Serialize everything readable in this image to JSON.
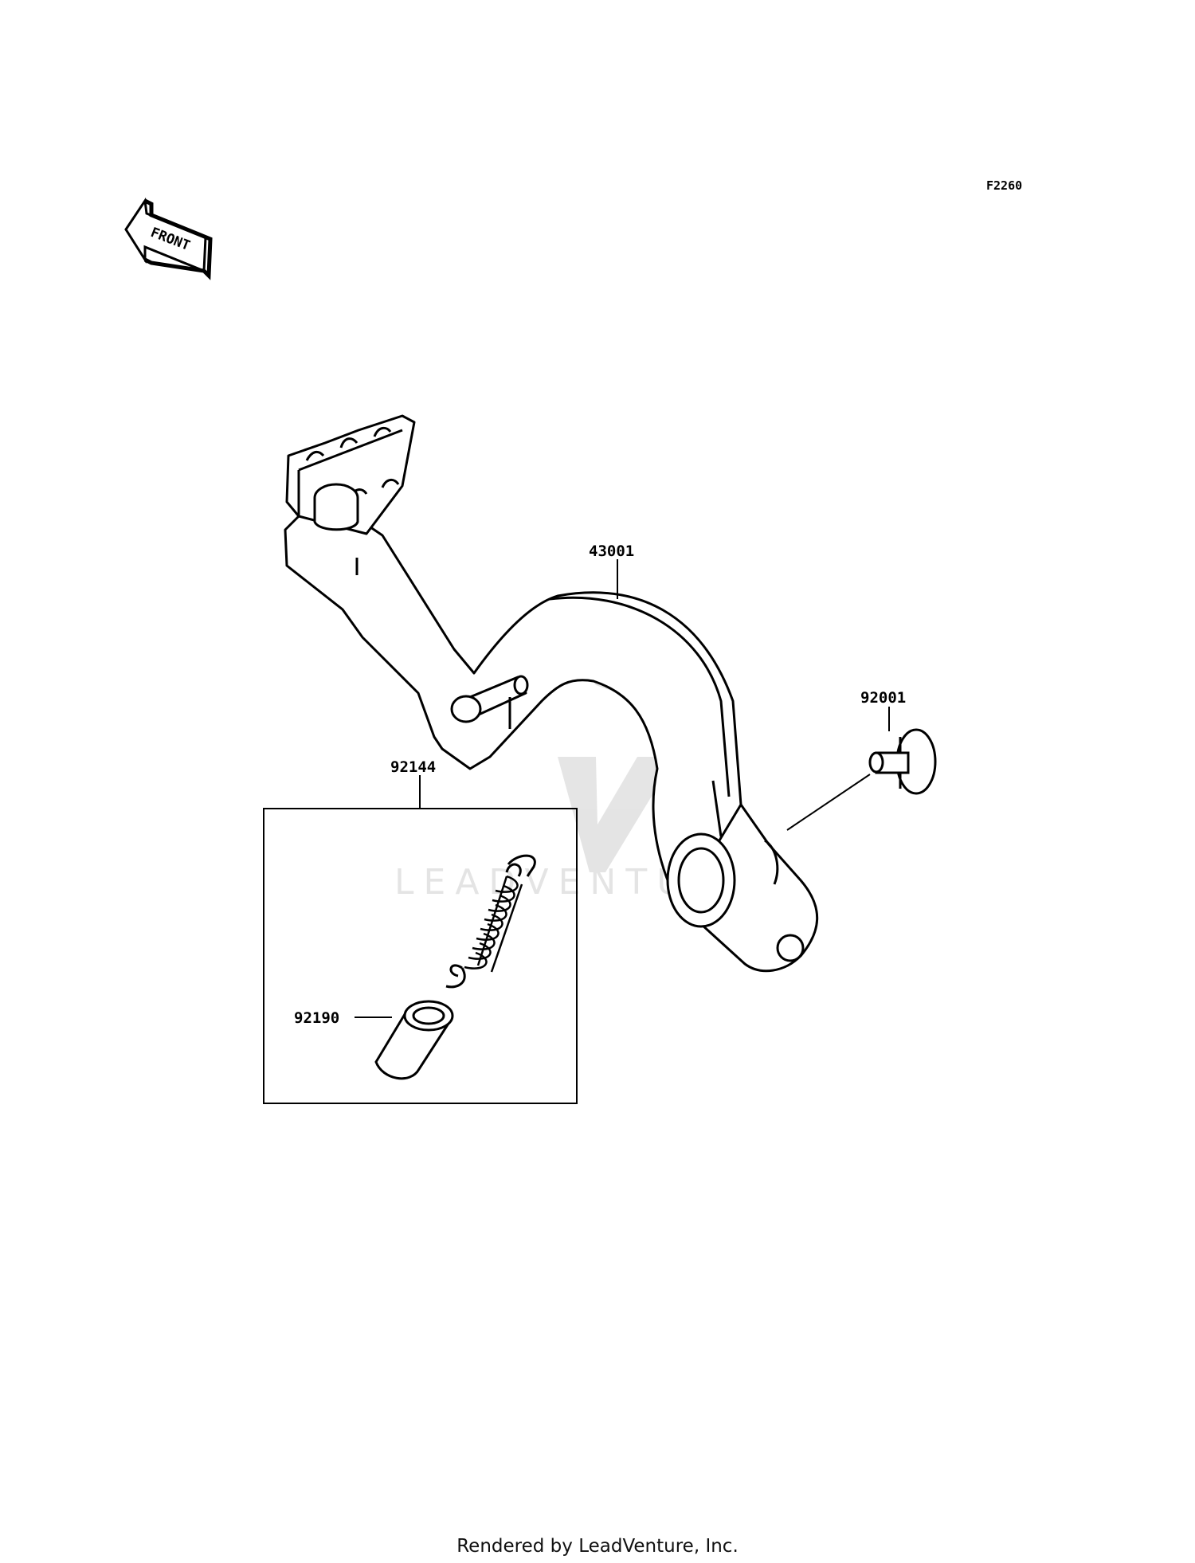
{
  "diagram": {
    "code": "F2260",
    "front_label": "FRONT",
    "watermark_text": "LEADVENTURE",
    "parts": {
      "brake_pedal": "43001",
      "plug": "92001",
      "spring": "92144",
      "collar": "92190"
    }
  },
  "footer": {
    "text": "Rendered by LeadVenture, Inc."
  }
}
